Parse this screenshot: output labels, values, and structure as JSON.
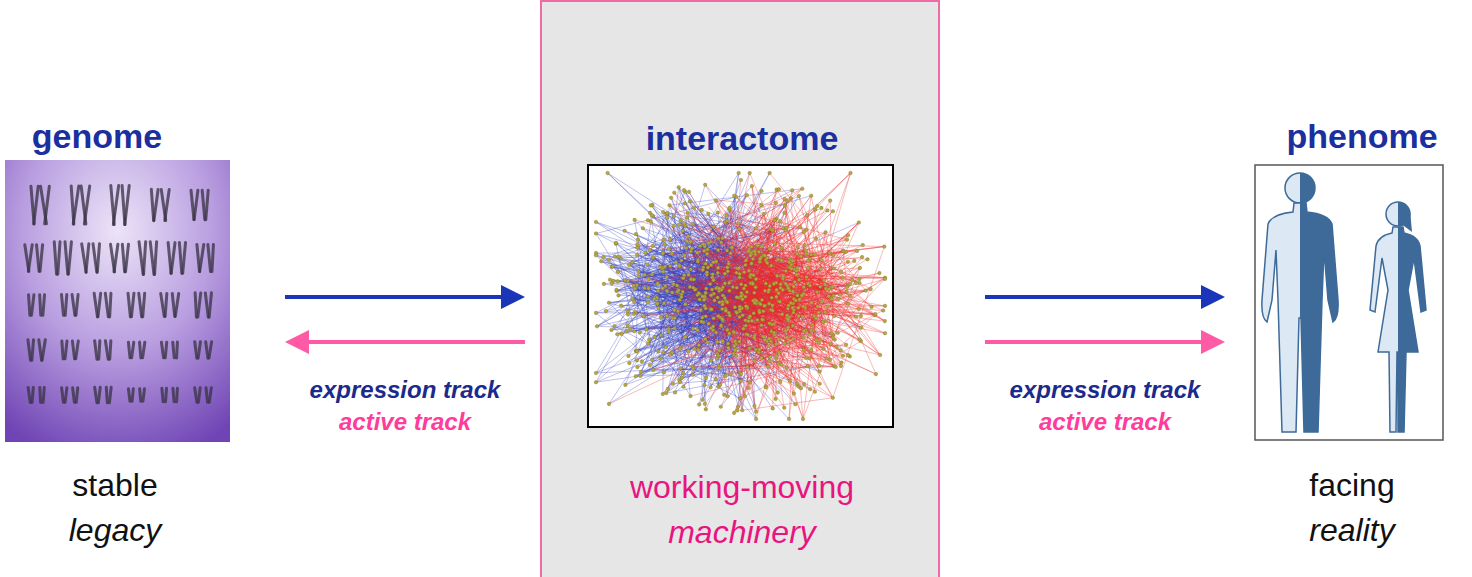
{
  "diagram": {
    "nodes": [
      {
        "text": [
          "genome",
          "stable",
          "legacy"
        ]
      },
      {
        "text": [
          "interactome",
          "working-moving",
          "machinery"
        ]
      },
      {
        "text": [
          "phenome",
          "facing",
          "reality"
        ]
      }
    ],
    "edges": [
      {
        "from": 0,
        "to": 1,
        "arrow": "to",
        "label": "expression track"
      },
      {
        "from": 1,
        "to": 0,
        "arrow": "to",
        "label": "active track"
      },
      {
        "from": 1,
        "to": 2,
        "arrow": "to",
        "label": "expression track"
      },
      {
        "from": 1,
        "to": 2,
        "arrow": "to",
        "label": "active track"
      }
    ]
  }
}
